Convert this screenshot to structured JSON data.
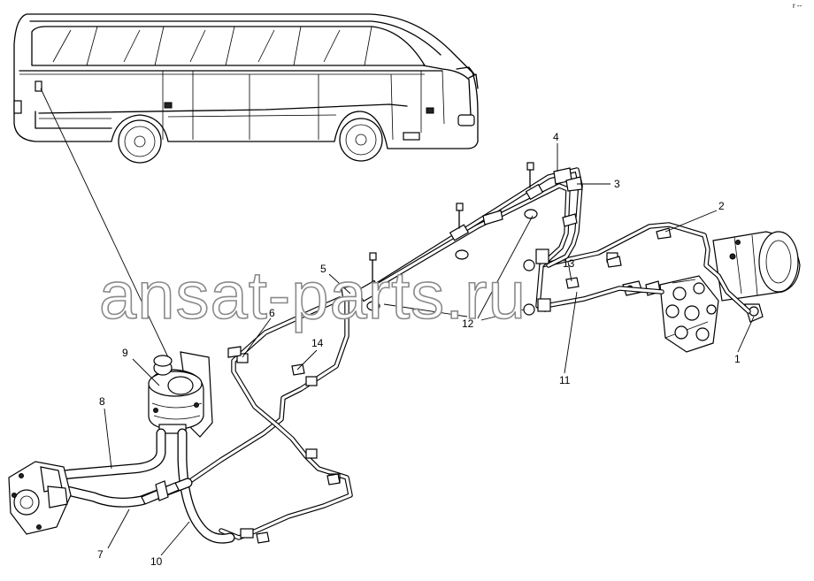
{
  "watermark": "ansat-parts.ru",
  "corner_mark": "r --",
  "callouts": [
    {
      "id": "c1",
      "text": "1"
    },
    {
      "id": "c2",
      "text": "2"
    },
    {
      "id": "c3",
      "text": "3"
    },
    {
      "id": "c4",
      "text": "4"
    },
    {
      "id": "c5",
      "text": "5"
    },
    {
      "id": "c6",
      "text": "6"
    },
    {
      "id": "c7",
      "text": "7"
    },
    {
      "id": "c8",
      "text": "8"
    },
    {
      "id": "c9",
      "text": "9"
    },
    {
      "id": "c10",
      "text": "10"
    },
    {
      "id": "c11",
      "text": "11"
    },
    {
      "id": "c12",
      "text": "12"
    },
    {
      "id": "c13",
      "text": "13"
    },
    {
      "id": "c14",
      "text": "14"
    }
  ]
}
